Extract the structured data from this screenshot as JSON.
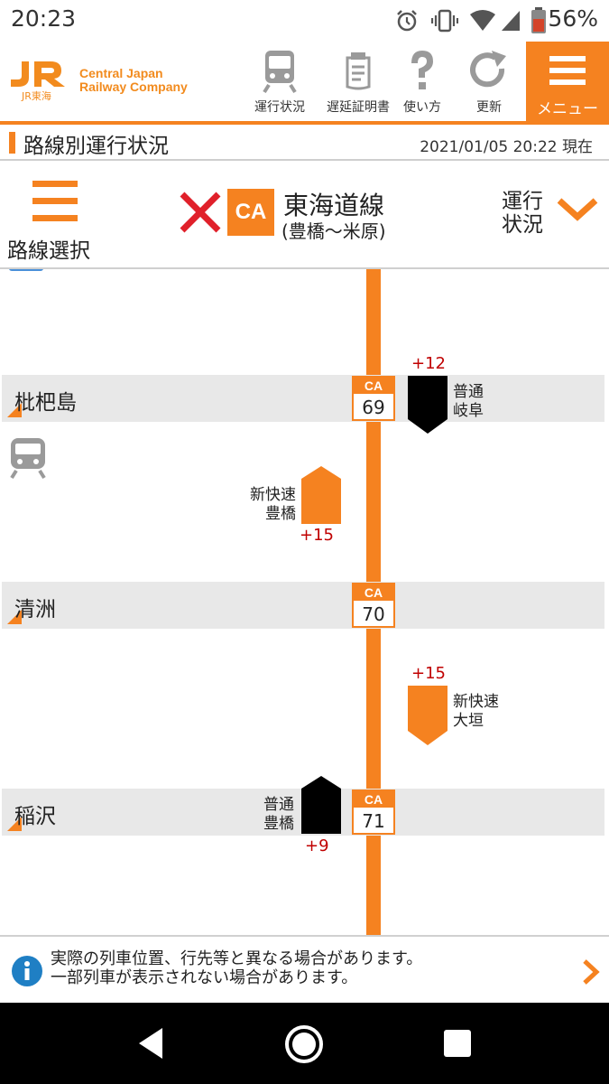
{
  "status_bar": {
    "time": "20:23",
    "battery": "56%"
  },
  "header": {
    "logo_jr": "JR東海",
    "logo_line1": "Central Japan",
    "logo_line2": "Railway Company",
    "buttons": [
      {
        "label": "運行状況",
        "icon": "train-icon"
      },
      {
        "label": "遅延証明書",
        "icon": "certificate-icon"
      },
      {
        "label": "使い方",
        "icon": "question-icon"
      },
      {
        "label": "更新",
        "icon": "refresh-icon"
      }
    ],
    "menu_label": "メニュー"
  },
  "titlebar": {
    "title": "路線別運行状況",
    "timestamp": "2021/01/05 20:22 現在"
  },
  "line_selector": {
    "route_select_label": "路線選択",
    "line_code": "CA",
    "line_name": "東海道線",
    "line_section": "(豊橋〜米原)",
    "status_label_1": "運行",
    "status_label_2": "状況"
  },
  "stations": [
    {
      "name": "枇杷島",
      "code": "CA",
      "number": "69"
    },
    {
      "name": "清洲",
      "code": "CA",
      "number": "70"
    },
    {
      "name": "稲沢",
      "code": "CA",
      "number": "71"
    }
  ],
  "trains": [
    {
      "type": "普通",
      "destination": "岐阜",
      "delay": "+12",
      "color": "#000000",
      "direction": "down"
    },
    {
      "type": "新快速",
      "destination": "豊橋",
      "delay": "+15",
      "color": "#f58220",
      "direction": "up"
    },
    {
      "type": "新快速",
      "destination": "大垣",
      "delay": "+15",
      "color": "#f58220",
      "direction": "down"
    },
    {
      "type": "普通",
      "destination": "豊橋",
      "delay": "+9",
      "color": "#000000",
      "direction": "up"
    }
  ],
  "footer": {
    "line1": "実際の列車位置、行先等と異なる場合があります。",
    "line2": "一部列車が表示されない場合があります。"
  },
  "colors": {
    "accent": "#f58220",
    "delay": "#c00000",
    "x_mark": "#e0202a"
  }
}
